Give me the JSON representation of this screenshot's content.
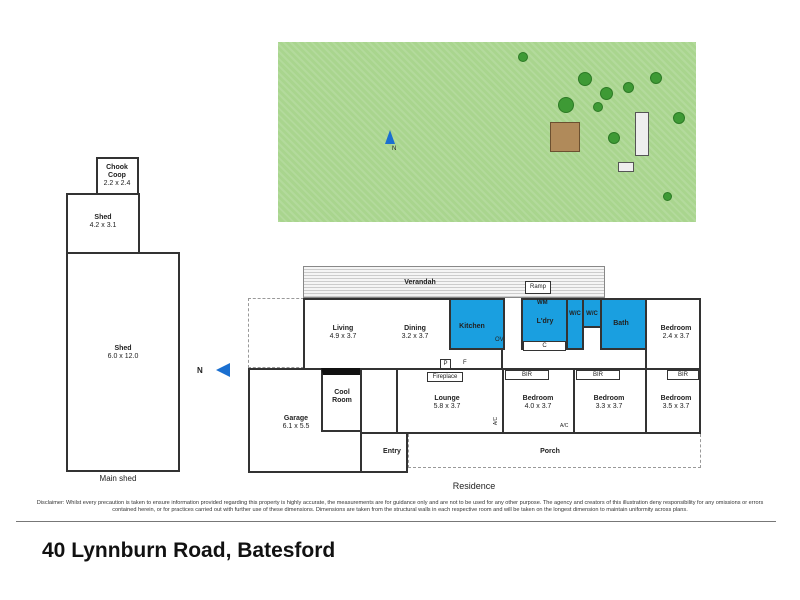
{
  "site_plan": {
    "north_label": "N"
  },
  "outbuildings": {
    "chook_coop": {
      "name": "Chook Coop",
      "dims": "2.2 x 2.4"
    },
    "shed_small": {
      "name": "Shed",
      "dims": "4.2 x 3.1"
    },
    "shed_large": {
      "name": "Shed",
      "dims": "6.0 x 12.0"
    },
    "caption": "Main shed"
  },
  "north_label": "N",
  "residence": {
    "caption": "Residence",
    "verandah": "Verandah",
    "ramp": "Ramp",
    "porch": "Porch",
    "rooms": {
      "living": {
        "name": "Living",
        "dims": "4.9 x 3.7"
      },
      "dining": {
        "name": "Dining",
        "dims": "3.2 x 3.7"
      },
      "kitchen": {
        "name": "Kitchen"
      },
      "laundry": {
        "name": "L'dry"
      },
      "wc1": {
        "name": "W/C"
      },
      "wc2": {
        "name": "W/C"
      },
      "bath": {
        "name": "Bath"
      },
      "bed_rear": {
        "name": "Bedroom",
        "dims": "2.4 x 3.7"
      },
      "garage": {
        "name": "Garage",
        "dims": "6.1 x 5.5"
      },
      "cool_room": {
        "name": "Cool Room"
      },
      "entry": {
        "name": "Entry"
      },
      "lounge": {
        "name": "Lounge",
        "dims": "5.8 x 3.7"
      },
      "bed1": {
        "name": "Bedroom",
        "dims": "4.0 x 3.7"
      },
      "bed2": {
        "name": "Bedroom",
        "dims": "3.3 x 3.7"
      },
      "bed3": {
        "name": "Bedroom",
        "dims": "3.5 x 3.7"
      }
    },
    "fixtures": {
      "fireplace": "Fireplace",
      "p": "P",
      "f": "F",
      "ov": "OV",
      "wm": "WM",
      "c": "C",
      "bir": "BIR",
      "ac": "A/C"
    }
  },
  "disclaimer": "Disclaimer: Whilst every precaution is taken to ensure information provided regarding this property is highly accurate, the measurements are for guidance only and are not to be used for any other purpose. The agency and creators of this illustration deny responsibility for any omissions or errors contained herein, or for practices carried out with further use of these dimensions. Dimensions are taken from the structural walls in each respective room and will be taken on the longest dimension to maintain uniformity across plans.",
  "address": "40 Lynnburn Road, Batesford"
}
